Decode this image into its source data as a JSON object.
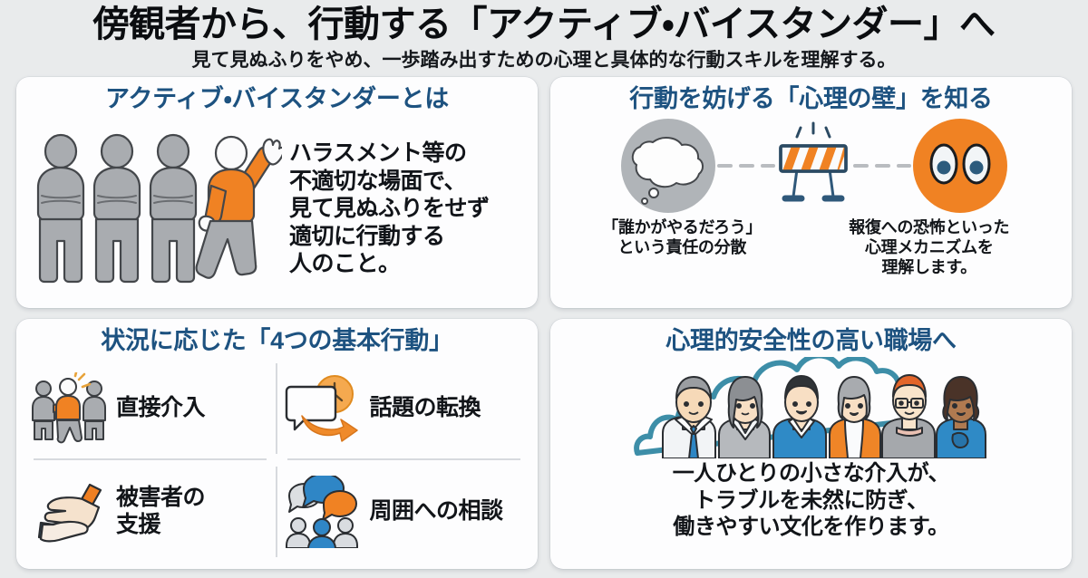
{
  "header": {
    "title": "傍観者から、行動する「アクティブ・バイスタンダー」へ",
    "subtitle": "見て見ぬふりをやめ、一歩踏み出すための心理と具体的な行動スキルを理解する。"
  },
  "colors": {
    "background": "#e9ebec",
    "card_background": "#fdfdfe",
    "title_blue": "#1d5280",
    "accent_orange": "#f08223",
    "body_text": "#121519",
    "figure_gray": "#a9acb0",
    "divider": "#d7dade",
    "teal_outline": "#3d8ea8"
  },
  "cards": [
    {
      "id": "what-is-active-bystander",
      "title": "アクティブ・バイスタンダーとは",
      "illustration": "four-people-one-raising-hand",
      "body_lines": [
        "ハラスメント等の",
        "不適切な場面で、",
        "見て見ぬふりをせず",
        "適切に行動する",
        "人のこと。"
      ]
    },
    {
      "id": "psychological-barriers",
      "title": "行動を妨げる「心理の壁」を知る",
      "illustration": "thought-bubble-barrier-eyes",
      "caption_left": [
        "「誰かがやるだろう」",
        "という責任の分散"
      ],
      "caption_right": [
        "報復への恐怖といった",
        "心理メカニズムを",
        "理解します。"
      ]
    },
    {
      "id": "four-basic-actions",
      "title": "状況に応じた「4つの基本行動」",
      "actions": [
        {
          "icon": "direct-intervention-icon",
          "label": "直接介入"
        },
        {
          "icon": "topic-change-icon",
          "label": "話題の転換"
        },
        {
          "icon": "helping-hands-icon",
          "label_lines": [
            "被害者の",
            "支援"
          ]
        },
        {
          "icon": "consult-others-icon",
          "label": "周囲への相談"
        }
      ]
    },
    {
      "id": "psychological-safety",
      "title": "心理的安全性の高い職場へ",
      "illustration": "six-diverse-coworkers",
      "body_lines": [
        "一人ひとりの小さな介入が、",
        "トラブルを未然に防ぎ、",
        "働きやすい文化を作ります。"
      ]
    }
  ]
}
